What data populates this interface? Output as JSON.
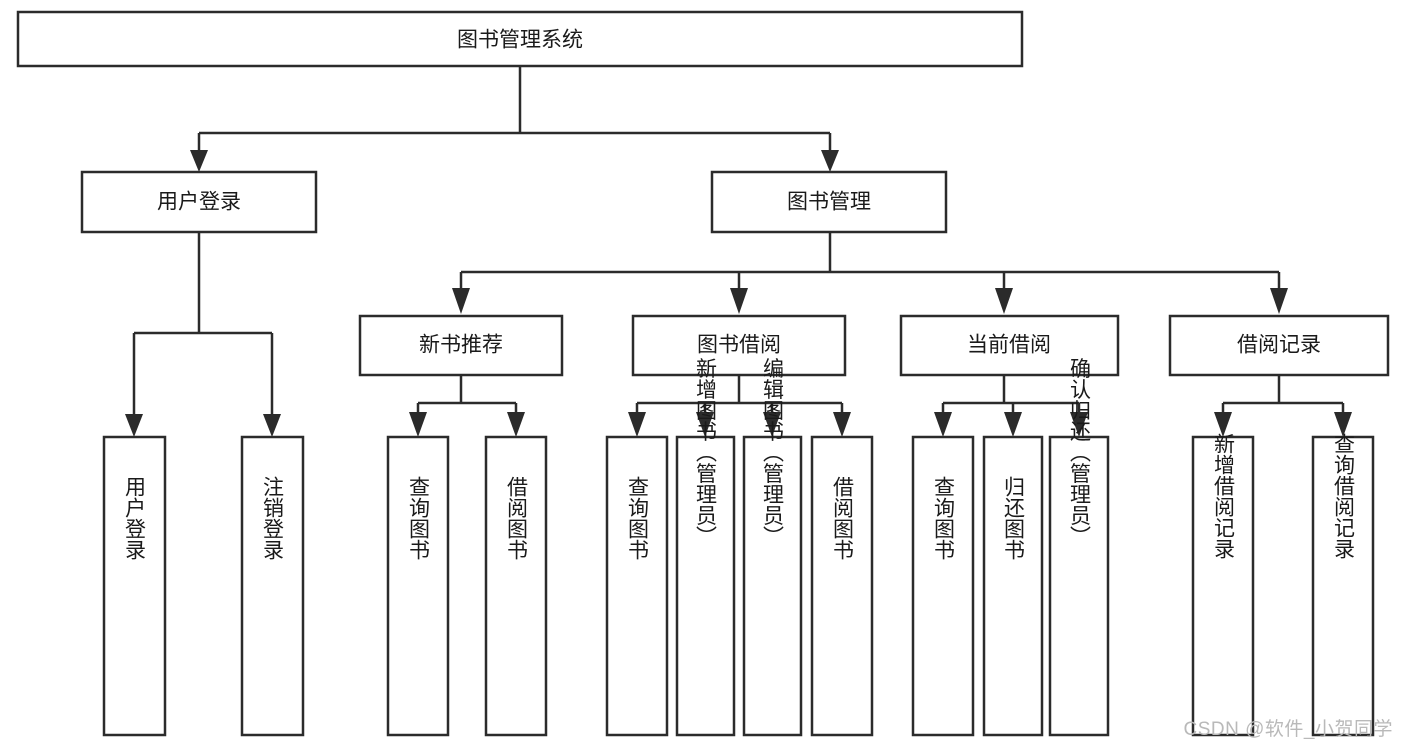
{
  "diagram": {
    "title": "图书管理系统",
    "type": "tree",
    "orientation": "top-down",
    "colors": {
      "background": "#ffffff",
      "box_fill": "#ffffff",
      "box_stroke": "#2b2b2b",
      "connector": "#2b2b2b",
      "text": "#1a1a1a",
      "watermark": "#b9b9b9"
    },
    "root": {
      "label": "图书管理系统"
    },
    "level2": [
      {
        "label": "用户登录"
      },
      {
        "label": "图书管理"
      }
    ],
    "level3": [
      {
        "label": "新书推荐"
      },
      {
        "label": "图书借阅"
      },
      {
        "label": "当前借阅"
      },
      {
        "label": "借阅记录"
      }
    ],
    "leaves": {
      "user_login": [
        {
          "label": "用户登录"
        },
        {
          "label": "注销登录"
        }
      ],
      "new_book_recommend": [
        {
          "label": "查询图书"
        },
        {
          "label": "借阅图书"
        }
      ],
      "book_borrow": [
        {
          "label": "查询图书"
        },
        {
          "label": "新增图书（管理员）"
        },
        {
          "label": "编辑图书（管理员）"
        },
        {
          "label": "借阅图书"
        }
      ],
      "current_borrow": [
        {
          "label": "查询图书"
        },
        {
          "label": "归还图书"
        },
        {
          "label": "确认归还（管理员）"
        }
      ],
      "borrow_records": [
        {
          "label": "新增借阅记录"
        },
        {
          "label": "查询借阅记录"
        }
      ]
    }
  },
  "watermark": {
    "text": "CSDN @软件_小贺同学"
  }
}
